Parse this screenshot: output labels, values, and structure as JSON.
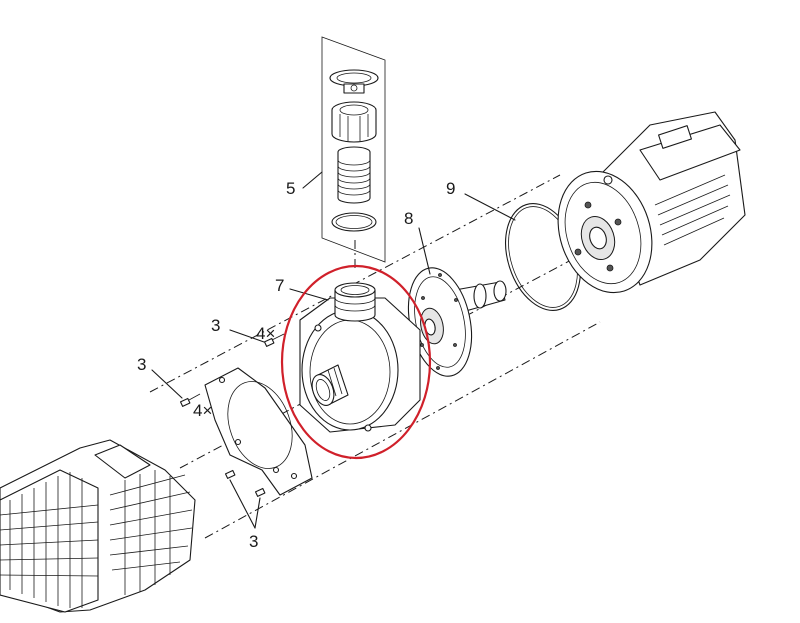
{
  "labels": {
    "hose_kit": "5",
    "pump_housing": "7",
    "impeller_plate": "8",
    "o_ring": "9",
    "screw_top": "3",
    "screw_top_qty": "4×",
    "screw_left": "3",
    "screw_left_qty": "4×",
    "screw_bottom": "3"
  },
  "colors": {
    "highlight": "#d0202a",
    "line": "#1a1a1a"
  }
}
